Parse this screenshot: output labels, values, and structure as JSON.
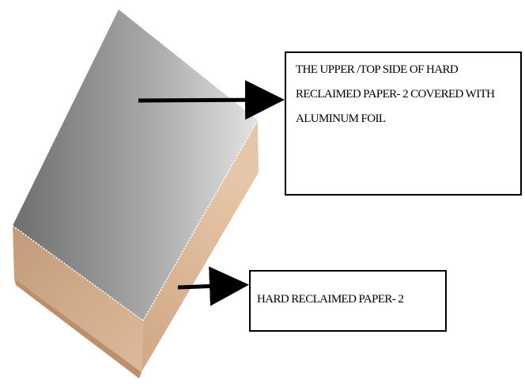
{
  "diagram": {
    "labels": {
      "top_surface": [
        "THE UPPER /TOP SIDE OF HARD",
        "RECLAIMED PAPER- 2 COVERED WITH",
        "ALUMINUM FOIL"
      ],
      "board": "HARD RECLAIMED PAPER- 2"
    },
    "colors": {
      "foil_dark": "#6f6f6f",
      "foil_light": "#e4e4e4",
      "paper_light": "#e4c1a2",
      "paper_mid": "#d6b08e",
      "paper_dark": "#b98f6d",
      "foil_edge": "#ffffff",
      "arrow": "#000000",
      "border": "#000000"
    }
  }
}
